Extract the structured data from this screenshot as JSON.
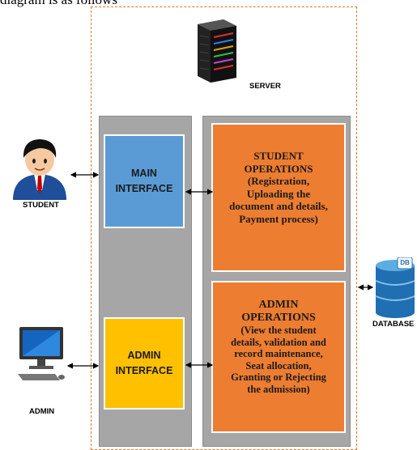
{
  "intro_text": "diagram is as follows",
  "server": {
    "label": "SERVER"
  },
  "student": {
    "label": "STUDENT"
  },
  "admin": {
    "label": "ADMIN"
  },
  "database": {
    "label": "DATABASE",
    "badge": "DB"
  },
  "main_interface": {
    "line1": "MAIN",
    "line2": "INTERFACE"
  },
  "admin_interface": {
    "line1": "ADMIN",
    "line2": "INTERFACE"
  },
  "student_ops": {
    "title1": "STUDENT",
    "title2": "OPERATIONS",
    "lines": [
      "(Registration,",
      "Uploading the",
      "document and details,",
      "Payment process)"
    ]
  },
  "admin_ops": {
    "title1": "ADMIN",
    "title2": "OPERATIONS",
    "lines": [
      "(View the student",
      "details, validation and",
      "record maintenance,",
      "Seat allocation,",
      "Granting or Rejecting",
      "the admission)"
    ]
  },
  "colors": {
    "main_interface": "#5b9bd5",
    "admin_interface": "#ffc000",
    "operations": "#ed7d31",
    "panel": "#a6a6a6",
    "dashed_border": "#e07a2a",
    "database": "#2e86c1"
  }
}
